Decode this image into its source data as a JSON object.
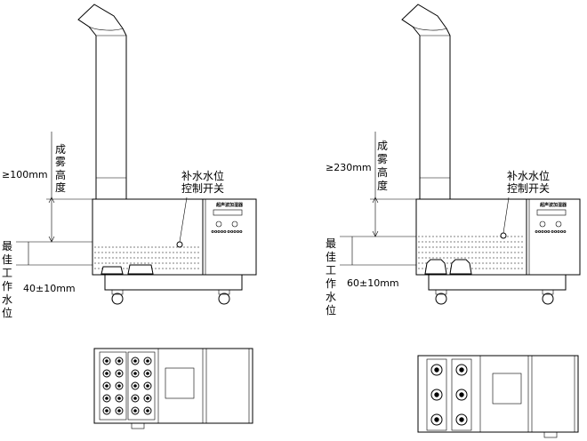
{
  "panels": [
    {
      "id": "left",
      "fog_height": "≥100mm",
      "fog_label_chars": [
        "成",
        "雾",
        "高",
        "度"
      ],
      "refill_label_lines": [
        "补水水位",
        "控制开关"
      ],
      "optimal_label_chars": [
        "最",
        "佳",
        "工",
        "作",
        "水",
        "位"
      ],
      "water_level": "40±10mm",
      "panel_title": "超声波加湿器",
      "knob_labels": [
        "ooooo",
        "ooooo"
      ]
    },
    {
      "id": "right",
      "fog_height": "≥230mm",
      "fog_label_chars": [
        "成",
        "雾",
        "高",
        "度"
      ],
      "refill_label_lines": [
        "补水水位",
        "控制开关"
      ],
      "optimal_label_chars": [
        "最",
        "佳",
        "工",
        "作",
        "水",
        "位"
      ],
      "water_level": "60±10mm",
      "panel_title": "超声波加湿器",
      "knob_labels": [
        "ooooo",
        "ooooo"
      ]
    }
  ]
}
